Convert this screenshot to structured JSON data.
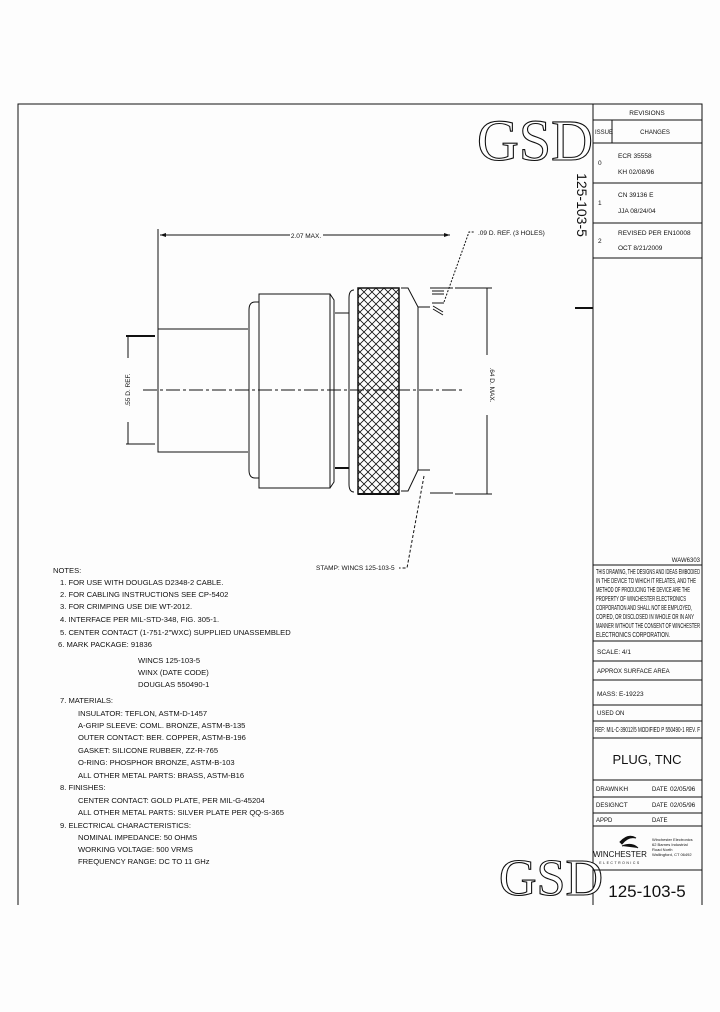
{
  "logo_top": "GSD",
  "logo_bottom": "GSD",
  "vertical_part_number": "125-103-5",
  "revisions": {
    "title": "REVISIONS",
    "col_issue": "ISSUE",
    "col_changes": "CHANGES",
    "rows": [
      {
        "issue": "0",
        "line1": "ECR 35558",
        "line2": "KH 02/08/96"
      },
      {
        "issue": "1",
        "line1": "CN 39136 E",
        "line2": "JJA 08/24/04"
      },
      {
        "issue": "2",
        "line1": "REVISED PER EN10008",
        "line2": "OCT 8/21/2009"
      }
    ]
  },
  "dimensions": {
    "length": "2.07 MAX.",
    "holes": ".09 D. REF. (3 HOLES)",
    "left_dia": ".55 D. REF.",
    "right_dia": ".64 D. MAX.",
    "stamp": "STAMP: WINCS 125-103-5"
  },
  "notes": {
    "title": "NOTES:",
    "items": [
      "1. FOR USE WITH DOUGLAS D2348-2 CABLE.",
      "2. FOR CABLING INSTRUCTIONS SEE CP-5402",
      "3. FOR CRIMPING USE DIE WT-2012.",
      "4. INTERFACE PER MIL-STD-348, FIG. 305-1.",
      "5. CENTER CONTACT (1-751-2\"WXC) SUPPLIED UNASSEMBLED",
      "6. MARK PACKAGE: 91836"
    ],
    "mark_lines": [
      "WINCS 125-103-5",
      "WINX (DATE CODE)",
      "DOUGLAS 550490-1"
    ],
    "materials_title": "7. MATERIALS:",
    "materials": [
      "INSULATOR: TEFLON, ASTM-D-1457",
      "A-GRIP SLEEVE: COML. BRONZE, ASTM-B-135",
      "OUTER CONTACT: BER. COPPER, ASTM-B-196",
      "GASKET: SILICONE RUBBER, ZZ-R-765",
      "O-RING: PHOSPHOR BRONZE, ASTM-B-103",
      "ALL OTHER METAL PARTS: BRASS, ASTM-B16"
    ],
    "finishes_title": "8. FINISHES:",
    "finishes": [
      "CENTER CONTACT: GOLD PLATE, PER MIL-G-45204",
      "ALL OTHER METAL PARTS: SILVER PLATE PER QQ-S-365"
    ],
    "electrical_title": "9. ELECTRICAL CHARACTERISTICS:",
    "electrical": [
      "NOMINAL IMPEDANCE: 50 OHMS",
      "WORKING VOLTAGE: 500 VRMS",
      "FREQUENCY RANGE: DC TO 11 GHz"
    ]
  },
  "title_block": {
    "code": "WAW6303",
    "proprietary": [
      "THIS DRAWING, THE DESIGNS AND IDEAS EMBODIED",
      "IN THE DEVICE TO WHICH IT RELATES, AND THE",
      "METHOD OF PRODUCING THE DEVICE ARE THE",
      "PROPERTY OF WINCHESTER ELECTRONICS",
      "CORPORATION AND SHALL NOT BE EMPLOYED,",
      "COPIED, OR DISCLOSED IN WHOLE OR IN ANY",
      "MANNER WITHOUT THE CONSENT OF WINCHESTER",
      "ELECTRONICS CORPORATION."
    ],
    "scale": "SCALE: 4/1",
    "surface_area": "APPROX SURFACE AREA",
    "mass": "MASS: E-19223",
    "used_on": "USED ON",
    "ref": "REF: MIL-C-39012/5 MODIFIED P 550490-1 REV. F",
    "title": "PLUG, TNC",
    "drawn_label": "DRAWN",
    "drawn_by": "KH",
    "drawn_date_label": "DATE",
    "drawn_date": "02/05/96",
    "design_label": "DESIGN",
    "design_by": "CT",
    "design_date_label": "DATE",
    "design_date": "02/05/96",
    "appd_label": "APPD",
    "appd_date_label": "DATE",
    "company": "WINCHESTER",
    "company_sub": "ELECTRONICS",
    "address": [
      "Winchester Electronics",
      "62 Barnes Industrial",
      "Road North",
      "Wallingford, CT 06492"
    ],
    "part_number": "125-103-5"
  }
}
